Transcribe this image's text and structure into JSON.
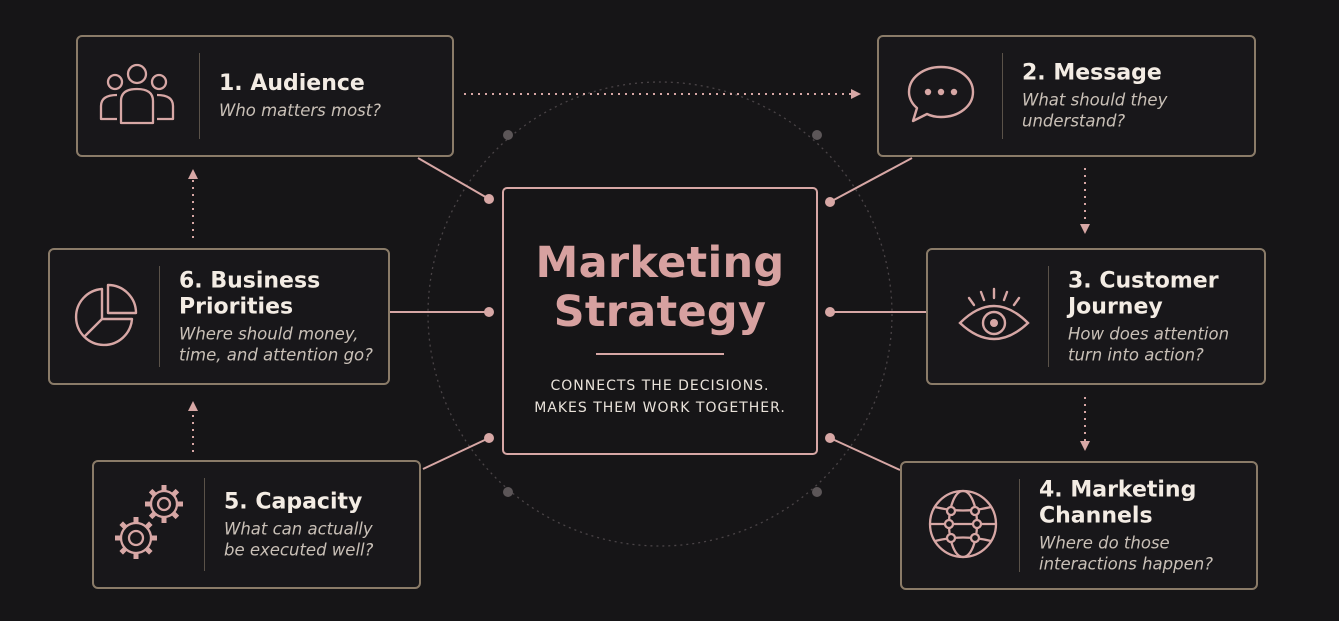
{
  "colors": {
    "background": "#161517",
    "accent": "#d7a7a5",
    "border": "#8a7b68",
    "text": "#f3ece4"
  },
  "center": {
    "title": "Marketing\nStrategy",
    "tagline": "CONNECTS THE DECISIONS.\nMAKES THEM WORK TOGETHER."
  },
  "nodes": [
    {
      "title": "1. Audience",
      "subtitle": "Who matters most?",
      "icon": "people-icon"
    },
    {
      "title": "2. Message",
      "subtitle": "What should they\nunderstand?",
      "icon": "speech-bubble-icon"
    },
    {
      "title": "3. Customer\nJourney",
      "subtitle": "How does attention\nturn into action?",
      "icon": "eye-icon"
    },
    {
      "title": "4. Marketing\nChannels",
      "subtitle": "Where do those\ninteractions happen?",
      "icon": "globe-network-icon"
    },
    {
      "title": "5. Capacity",
      "subtitle": "What can actually\nbe executed well?",
      "icon": "gears-icon"
    },
    {
      "title": "6. Business\nPriorities",
      "subtitle": "Where should money,\ntime, and attention go?",
      "icon": "pie-chart-icon"
    }
  ]
}
